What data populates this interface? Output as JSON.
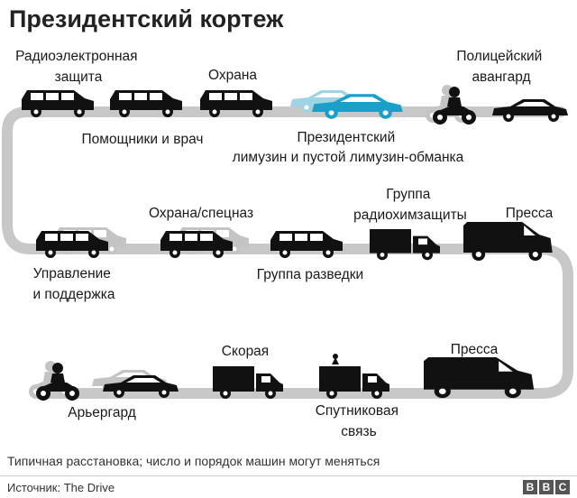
{
  "title": "Президентский кортеж",
  "labels": {
    "radio_line1": "Радиоэлектронная",
    "radio_line2": "защита",
    "guard1": "Охрана",
    "police_line1": "Полицейский",
    "police_line2": "авангард",
    "aides": "Помощники и врач",
    "limo_line1": "Президентский",
    "limo_line2": "лимузин и пустой лимузин-обманка",
    "swat": "Охрана/спецназ",
    "hazmat_line1": "Группа",
    "hazmat_line2": "радиохимзащиты",
    "press1": "Пресса",
    "support_line1": "Управление",
    "support_line2": "и поддержка",
    "recon": "Группа разведки",
    "ambulance": "Скорая",
    "press2": "Пресса",
    "rearguard": "Арьергард",
    "sat_line1": "Спутниковая",
    "sat_line2": "связь"
  },
  "footnote": "Типичная расстановка; число и порядок машин могут меняться",
  "source": "Источник: The Drive",
  "logo": [
    "B",
    "B",
    "C"
  ],
  "colors": {
    "road": "#c8c8c8",
    "vehicle": "#111111",
    "ghost": "#c4c4c4",
    "limo": "#1aa0c8",
    "limo_ghost": "#9fd4e4"
  }
}
